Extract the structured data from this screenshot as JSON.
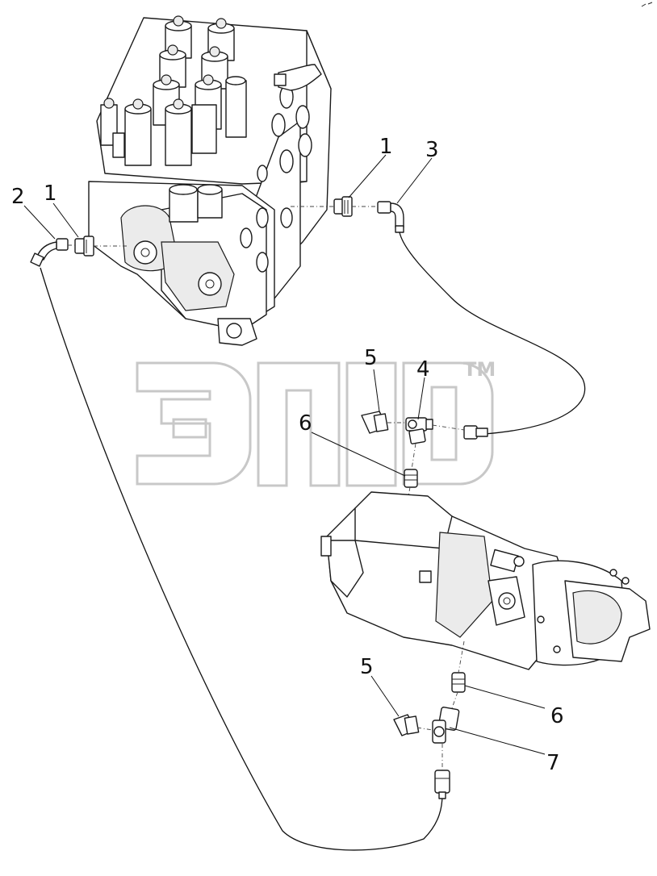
{
  "watermark": {
    "trademark": "TM",
    "color": "#c8c8c8"
  },
  "callouts": {
    "c1_top": "1",
    "c3_top": "3",
    "c2_left": "2",
    "c1_left": "1",
    "c5_mid": "5",
    "c4_mid": "4",
    "c6_mid": "6",
    "c5_bottom": "5",
    "c6_bottom": "6",
    "c7_bottom": "7"
  },
  "colors": {
    "line": "#111111",
    "fill": "#ffffff",
    "shade": "#ebebeb"
  }
}
